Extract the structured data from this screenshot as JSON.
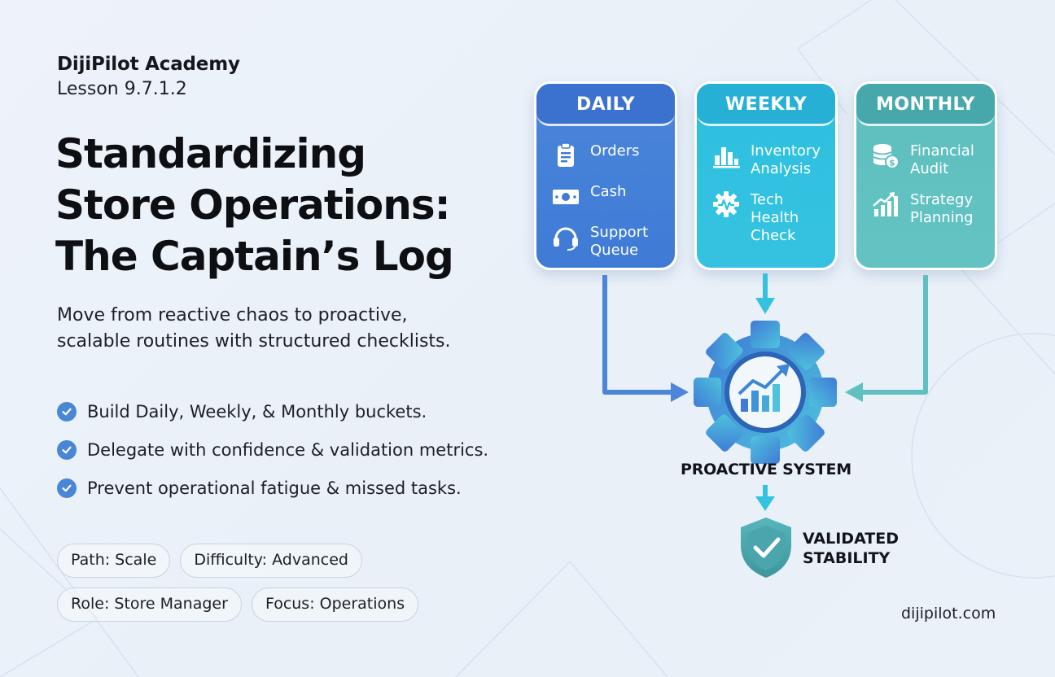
{
  "brand": "DijiPilot Academy",
  "lesson": "Lesson 9.7.1.2",
  "title_lines": [
    "Standardizing",
    "Store Operations:",
    "The Captain’s Log"
  ],
  "subtitle_lines": [
    "Move from reactive chaos to proactive,",
    "scalable routines with structured checklists."
  ],
  "bullets": [
    "Build Daily, Weekly, & Monthly buckets.",
    "Delegate with confidence & validation metrics.",
    "Prevent operational fatigue & missed tasks."
  ],
  "tags": [
    "Path: Scale",
    "Difficulty: Advanced",
    "Role: Store Manager",
    "Focus: Operations"
  ],
  "buckets": [
    {
      "heading": "DAILY",
      "color": "#3f7bd6",
      "items": [
        {
          "icon": "clipboard-icon",
          "lines": [
            "Orders"
          ]
        },
        {
          "icon": "cash-icon",
          "lines": [
            "Cash"
          ]
        },
        {
          "icon": "headset-icon",
          "lines": [
            "Support",
            "Queue"
          ]
        }
      ]
    },
    {
      "heading": "WEEKLY",
      "color": "#2ec0df",
      "items": [
        {
          "icon": "bar-chart-icon",
          "lines": [
            "Inventory",
            "Analysis"
          ]
        },
        {
          "icon": "gear-pulse-icon",
          "lines": [
            "Tech",
            "Health",
            "Check"
          ]
        }
      ]
    },
    {
      "heading": "MONTHLY",
      "color": "#5ebfbf",
      "items": [
        {
          "icon": "coins-icon",
          "lines": [
            "Financial",
            "Audit"
          ]
        },
        {
          "icon": "growth-chart-icon",
          "lines": [
            "Strategy",
            "Planning"
          ]
        }
      ]
    }
  ],
  "system_label": "PROACTIVE SYSTEM",
  "outcome_lines": [
    "VALIDATED",
    "STABILITY"
  ],
  "website": "dijipilot.com",
  "colors": {
    "check": "#4a86d6",
    "gear_start": "#3f7bd6",
    "gear_end": "#4fc3dd",
    "shield": "#4aa5ad"
  }
}
